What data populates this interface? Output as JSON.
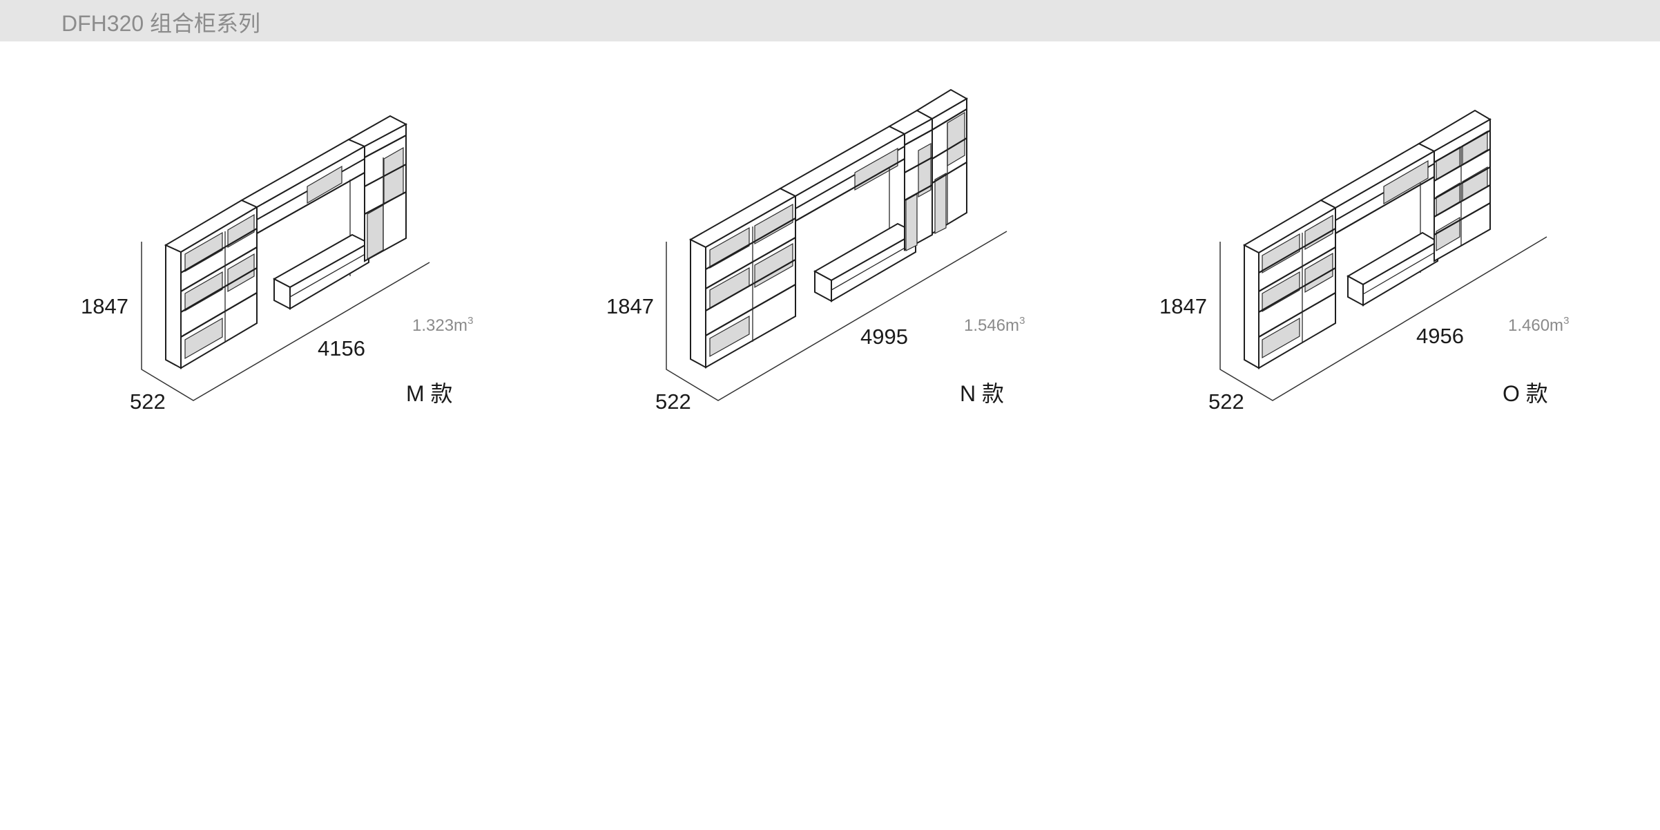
{
  "header": {
    "title": "DFH320 组合柜系列",
    "background": "#e5e5e5",
    "text_color": "#8c8c8c"
  },
  "variants": [
    {
      "name": "M 款",
      "height_mm": "1847",
      "depth_mm": "522",
      "width_mm": "4156",
      "volume_value": "1.323m",
      "volume_exp": "3"
    },
    {
      "name": "N 款",
      "height_mm": "1847",
      "depth_mm": "522",
      "width_mm": "4995",
      "volume_value": "1.546m",
      "volume_exp": "3"
    },
    {
      "name": "O 款",
      "height_mm": "1847",
      "depth_mm": "522",
      "width_mm": "4956",
      "volume_value": "1.460m",
      "volume_exp": "3"
    }
  ],
  "colors": {
    "panel_fill": "#d9d9d9",
    "line": "#1e1e1e",
    "volume_text": "#8a8a8a"
  }
}
